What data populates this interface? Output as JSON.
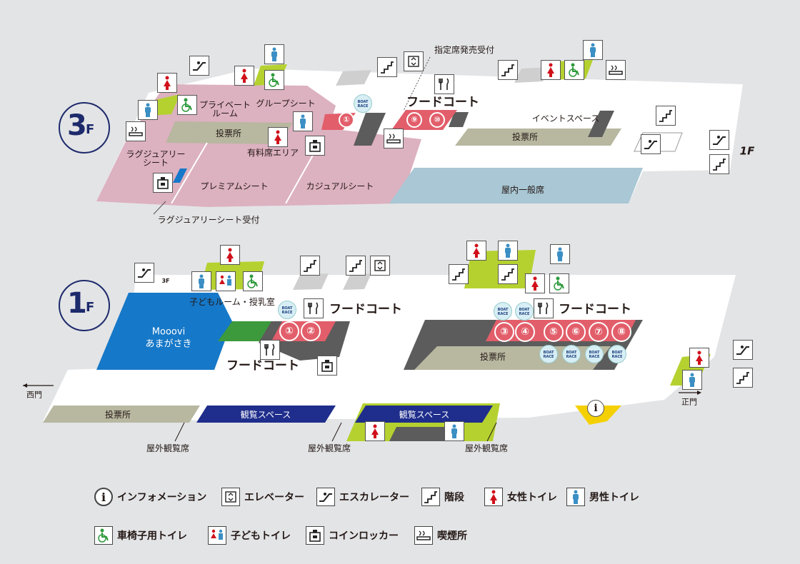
{
  "floors": {
    "3f": {
      "floor_badge": "3",
      "floor_suffix": "F",
      "areas": {
        "private_room": "プライベート\nルーム",
        "group_seat": "グループシート",
        "voting_left": "投票所",
        "luxury_seat": "ラグジュアリー\nシート",
        "paid_area": "有料席エリア",
        "premium_seat": "プレミアムシート",
        "casual_seat": "カジュアルシート",
        "food_court": "フードコート",
        "event_space": "イベントスペース",
        "voting_right": "投票所",
        "indoor_general": "屋内一般席",
        "reserved_counter": "指定席発売受付",
        "luxury_reception": "ラグジュアリーシート受付",
        "to_1f": "1F"
      },
      "counters": [
        "①",
        "⑨",
        "⑩"
      ]
    },
    "1f": {
      "floor_badge": "1",
      "floor_suffix": "F",
      "areas": {
        "kids_room": "子どもルーム・授乳室",
        "mooovi_name": "Mooovi",
        "mooovi_sub": "あまがさき",
        "food_court_1": "フードコート",
        "food_court_2": "フードコート",
        "food_court_3": "フードコート",
        "voting_center": "投票所",
        "voting_bottom": "投票所",
        "viewing_space_1": "観覧スペース",
        "viewing_space_2": "観覧スペース",
        "west_gate": "西門",
        "main_gate": "正門",
        "outdoor_1": "屋外観覧席",
        "outdoor_2": "屋外観覧席",
        "outdoor_3": "屋外観覧席",
        "to_3f": "3F"
      },
      "counters_left": [
        "①",
        "②"
      ],
      "counters_right": [
        "③",
        "④",
        "⑤",
        "⑥",
        "⑦",
        "⑧"
      ]
    }
  },
  "boat_race_logo": "BOAT RACE",
  "legend": [
    {
      "icon": "information-icon",
      "label": "インフォメーション"
    },
    {
      "icon": "elevator-icon",
      "label": "エレベーター"
    },
    {
      "icon": "escalator-icon",
      "label": "エスカレーター"
    },
    {
      "icon": "stairs-icon",
      "label": "階段"
    },
    {
      "icon": "womens-toilet-icon",
      "label": "女性トイレ"
    },
    {
      "icon": "mens-toilet-icon",
      "label": "男性トイレ"
    },
    {
      "icon": "wheelchair-toilet-icon",
      "label": "車椅子用トイレ"
    },
    {
      "icon": "kids-toilet-icon",
      "label": "子どもトイレ"
    },
    {
      "icon": "coin-locker-icon",
      "label": "コインロッカー"
    },
    {
      "icon": "smoking-area-icon",
      "label": "喫煙所"
    }
  ],
  "colors": {
    "background": "#e3e4e6",
    "floor": "#ffffff",
    "premium_area": "#dcb1c0",
    "voting": "#b8b7a0",
    "indoor_seat": "#a9c7d4",
    "mooovi": "#1678c8",
    "kids_room": "#3c9a3c",
    "viewing": "#1f2e8c",
    "dark_block": "#5c5c5c",
    "accent_green": "#b5d130",
    "counter_red": "#e25e6a",
    "info_yellow": "#f5d000",
    "female": "#d0101a",
    "male": "#3b8fc4",
    "wheelchair": "#2e9a3c",
    "navy": "#1d2a6b"
  }
}
